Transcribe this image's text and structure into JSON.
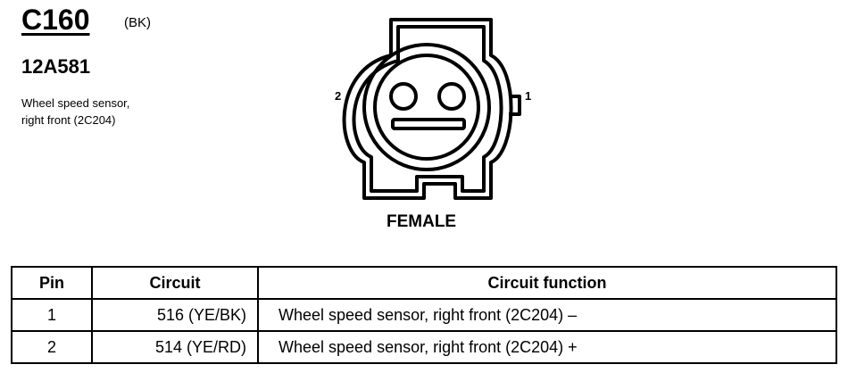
{
  "connector": {
    "id": "C160",
    "color_code": "(BK)",
    "part_number": "12A581",
    "description_line1": "Wheel speed sensor,",
    "description_line2": "right front (2C204)"
  },
  "diagram": {
    "pin_label_1": "1",
    "pin_label_2": "2",
    "gender": "FEMALE"
  },
  "table": {
    "headers": [
      "Pin",
      "Circuit",
      "Circuit function"
    ],
    "rows": [
      {
        "pin": "1",
        "circuit": "516 (YE/BK)",
        "function": "Wheel speed sensor, right front (2C204) –"
      },
      {
        "pin": "2",
        "circuit": "514 (YE/RD)",
        "function": "Wheel speed sensor, right front (2C204) +"
      }
    ]
  }
}
